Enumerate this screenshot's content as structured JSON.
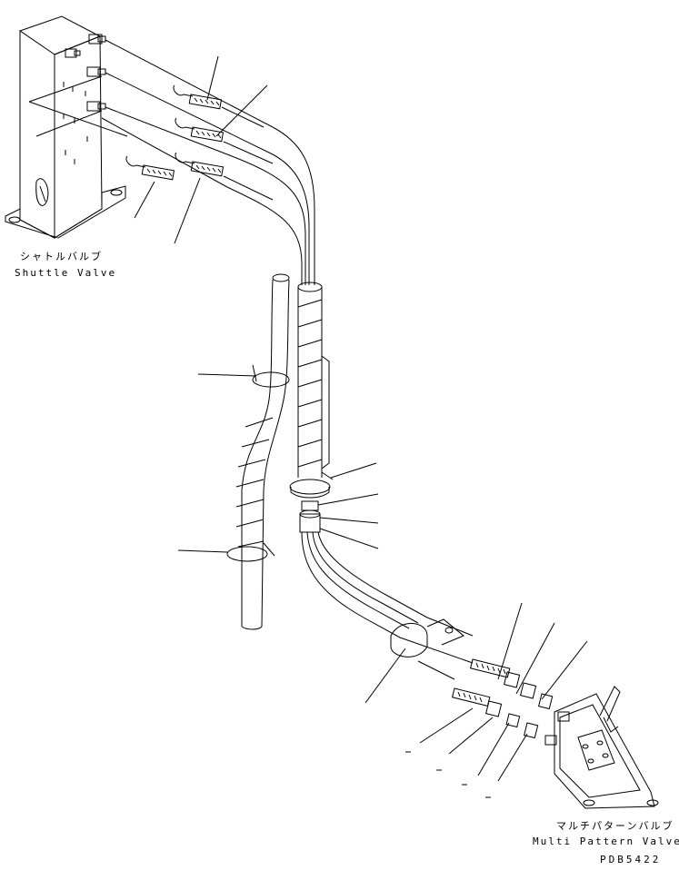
{
  "labels": {
    "shuttle_valve_jp": "シャトルバルブ",
    "shuttle_valve_en": "Shuttle Valve",
    "multi_pattern_valve_jp": "マルチパターンバルブ",
    "multi_pattern_valve_en": "Multi Pattern Valve",
    "drawing_code": "PDB5422"
  }
}
